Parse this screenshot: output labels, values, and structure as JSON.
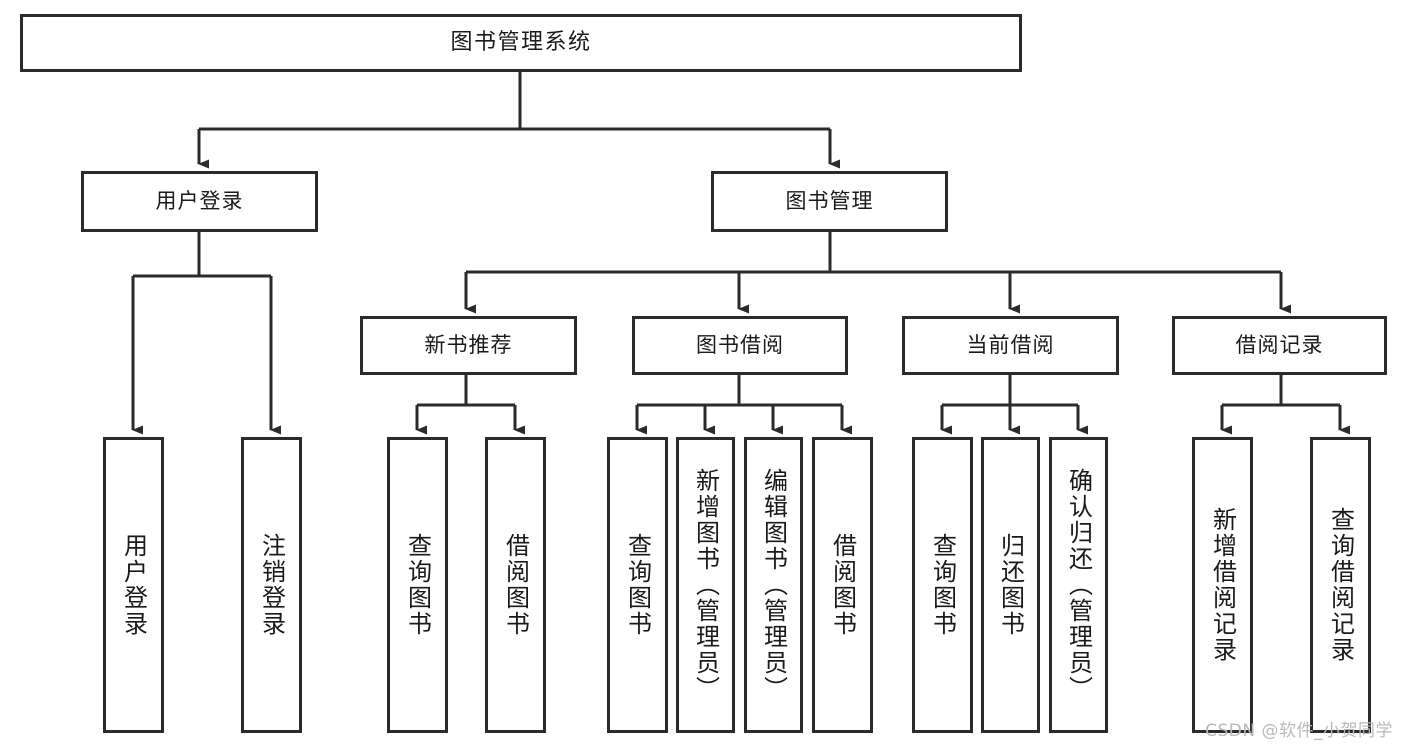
{
  "diagram": {
    "type": "tree-hierarchy-chart",
    "title": "图书管理系统",
    "watermark": "CSDN @软件_小贺同学",
    "colors": {
      "box_border": "#2b2b2b",
      "box_fill": "#ffffff",
      "connector": "#2b2b2b",
      "text": "#1a1a1a",
      "watermark": "#b9b9b9",
      "background": "#ffffff"
    },
    "nodes": {
      "root": {
        "label": "图书管理系统"
      },
      "level2": [
        {
          "label": "用户登录"
        },
        {
          "label": "图书管理"
        }
      ],
      "level3": [
        {
          "label": "新书推荐"
        },
        {
          "label": "图书借阅"
        },
        {
          "label": "当前借阅"
        },
        {
          "label": "借阅记录"
        }
      ],
      "leaves": {
        "user_login": [
          {
            "label": "用户登录"
          },
          {
            "label": "注销登录"
          }
        ],
        "new_book_recommend": [
          {
            "label": "查询图书"
          },
          {
            "label": "借阅图书"
          }
        ],
        "book_borrow": [
          {
            "label": "查询图书"
          },
          {
            "label": "新增图书（管理员）"
          },
          {
            "label": "编辑图书（管理员）"
          },
          {
            "label": "借阅图书"
          }
        ],
        "current_borrow": [
          {
            "label": "查询图书"
          },
          {
            "label": "归还图书"
          },
          {
            "label": "确认归还（管理员）"
          }
        ],
        "borrow_record": [
          {
            "label": "新增借阅记录"
          },
          {
            "label": "查询借阅记录"
          }
        ]
      }
    }
  }
}
